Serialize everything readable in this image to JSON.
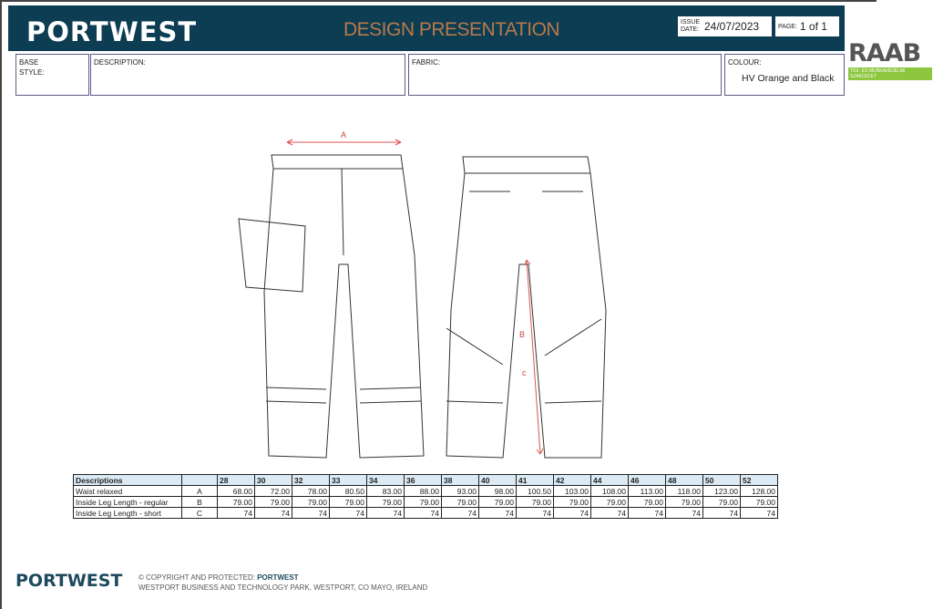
{
  "header": {
    "brand": "PORTWEST",
    "title": "DESIGN PRESENTATION",
    "issue_label_1": "ISSUE",
    "issue_label_2": "DATE:",
    "issue_date": "24/07/2023",
    "page_label": "PAGE:",
    "page_value": "1 of 1"
  },
  "info": {
    "base_label": "BASE",
    "style_label": "STYLE:",
    "description_label": "DESCRIPTION:",
    "fabric_label": "FABRIC:",
    "colour_label": "COLOUR:",
    "colour_value": "HV Orange and Black"
  },
  "watermark": {
    "brand": "RAAB",
    "tagline": "TŰZ- ÉS MUNKAVÉDELMI SZAKÜZLET"
  },
  "drawing": {
    "label_a": "A",
    "label_b": "B",
    "label_c": "c",
    "accent": "#d9534f"
  },
  "table": {
    "headers": [
      "Descriptions",
      "",
      "28",
      "30",
      "32",
      "33",
      "34",
      "36",
      "38",
      "40",
      "41",
      "42",
      "44",
      "46",
      "48",
      "50",
      "52"
    ],
    "rows": [
      {
        "desc": "Waist relaxed",
        "code": "A",
        "values": [
          "68.00",
          "72.00",
          "78.00",
          "80.50",
          "83.00",
          "88.00",
          "93.00",
          "98.00",
          "100.50",
          "103.00",
          "108.00",
          "113.00",
          "118.00",
          "123.00",
          "128.00"
        ]
      },
      {
        "desc": "Inside Leg Length - regular",
        "code": "B",
        "values": [
          "79.00",
          "79.00",
          "79.00",
          "79.00",
          "79.00",
          "79.00",
          "79.00",
          "79.00",
          "79.00",
          "79.00",
          "79.00",
          "79.00",
          "79.00",
          "79.00",
          "79.00"
        ]
      },
      {
        "desc": "Inside Leg Length - short",
        "code": "C",
        "values": [
          "74",
          "74",
          "74",
          "74",
          "74",
          "74",
          "74",
          "74",
          "74",
          "74",
          "74",
          "74",
          "74",
          "74",
          "74"
        ]
      }
    ]
  },
  "footer": {
    "brand": "PORTWEST",
    "copyright": "© COPYRIGHT AND PROTECTED: ",
    "copyright_brand": "PORTWEST",
    "address": "WESTPORT BUSINESS AND TECHNOLOGY PARK, WESTPORT, CO MAYO, IRELAND"
  }
}
